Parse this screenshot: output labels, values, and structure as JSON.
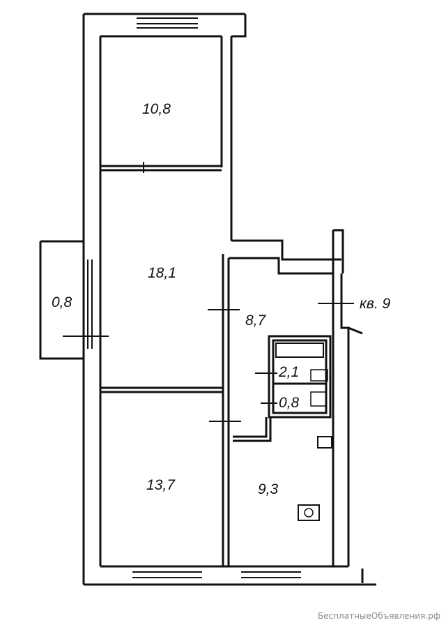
{
  "rooms": {
    "room_top": "10,8",
    "room_middle": "18,1",
    "balcony": "0,8",
    "hallway": "8,7",
    "apartment": "кв. 9",
    "bathroom": "2,1",
    "toilet": "0,8",
    "room_bottom": "13,7",
    "kitchen": "9,3"
  },
  "watermark": "БесплатныеОбъявления.рф"
}
